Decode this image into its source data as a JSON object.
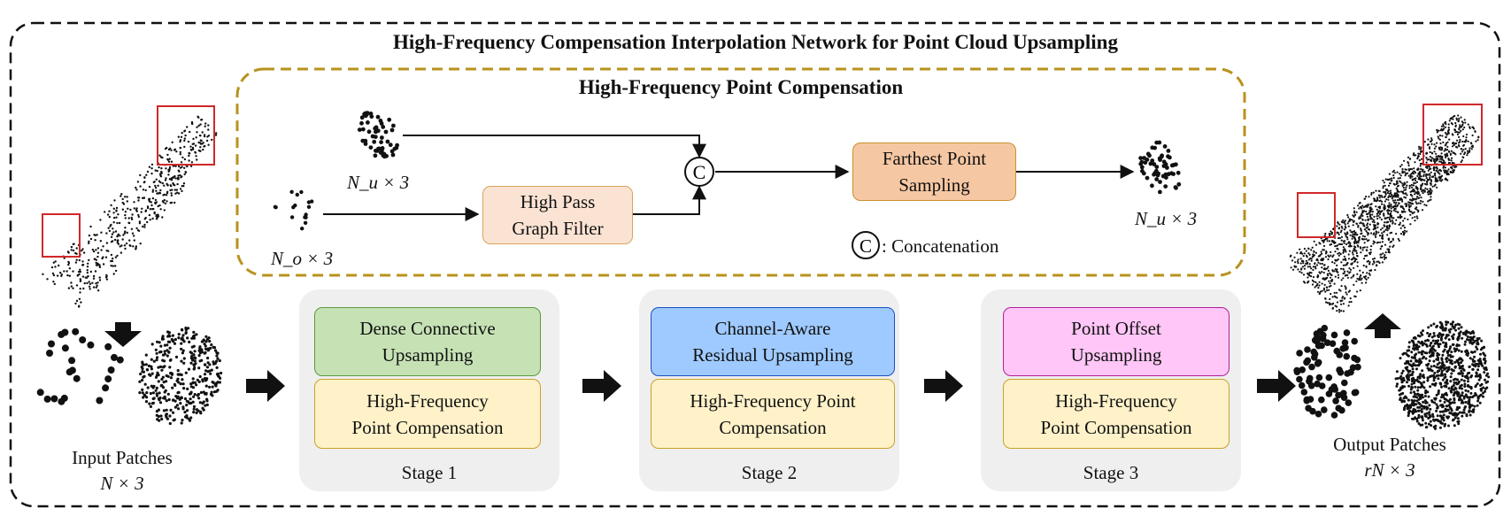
{
  "title": "High-Frequency Compensation Interpolation Network for Point Cloud Upsampling",
  "hfpc": {
    "title": "High-Frequency Point Compensation",
    "input_u": "N_u × 3",
    "input_o": "N_o × 3",
    "high_pass": [
      "High Pass",
      "Graph Filter"
    ],
    "concat_symbol": "C",
    "fps": [
      "Farthest Point",
      "Sampling"
    ],
    "output": "N_u × 3",
    "legend": ": Concatenation"
  },
  "input": {
    "label": "Input Patches",
    "math": "N × 3"
  },
  "output": {
    "label": "Output Patches",
    "math": "rN × 3"
  },
  "stages": [
    {
      "name": "Stage 1",
      "top": [
        "Dense Connective",
        "Upsampling"
      ],
      "bottom": [
        "High-Frequency",
        "Point Compensation"
      ],
      "top_color": "#c6e2b5",
      "top_border": "#5b9a3e"
    },
    {
      "name": "Stage 2",
      "top": [
        "Channel-Aware",
        "Residual Upsampling"
      ],
      "bottom": [
        "High-Frequency Point",
        "Compensation"
      ],
      "top_color": "#9fcaff",
      "top_border": "#1a4fc2"
    },
    {
      "name": "Stage 3",
      "top": [
        "Point Offset",
        "Upsampling"
      ],
      "bottom": [
        "High-Frequency",
        "Point Compensation"
      ],
      "top_color": "#ffc6f7",
      "top_border": "#b0209a"
    }
  ],
  "colors": {
    "hfpc_border": "#b8921e",
    "comp_fill": "#fff2c9",
    "comp_border": "#c9a12a",
    "highpass_fill": "#fbe3d3",
    "highpass_border": "#d9a45e",
    "fps_fill": "#f6c7a3",
    "fps_border": "#c9912e",
    "stage_bg": "#efefef",
    "patch_frame": "#d0282a"
  }
}
